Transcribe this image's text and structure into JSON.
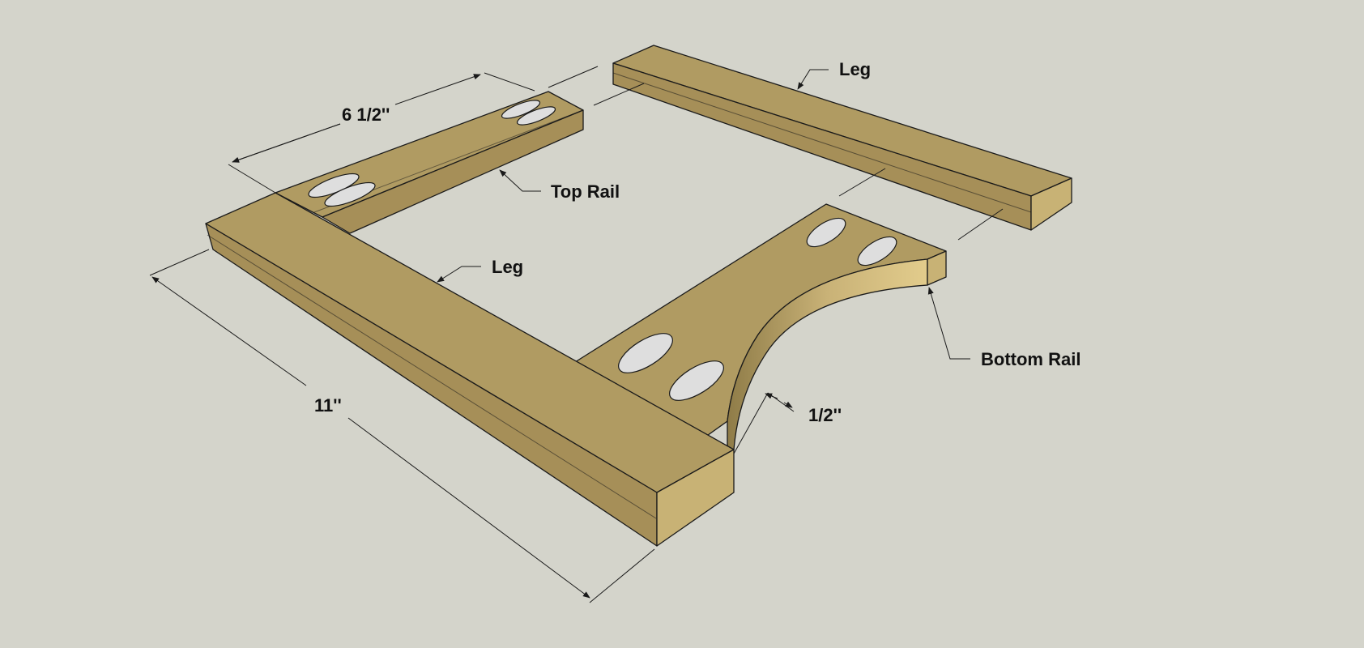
{
  "colors": {
    "background": "#d4d4cb",
    "wood_top": "#b09b62",
    "wood_side": "#c8b275",
    "wood_shadow": "#a68f58",
    "outline": "#1a1a1a"
  },
  "parts": {
    "leg_back": "Leg",
    "leg_front": "Leg",
    "top_rail": "Top Rail",
    "bottom_rail": "Bottom Rail"
  },
  "dimensions": {
    "top_rail_length": "6 1/2''",
    "leg_length": "11''",
    "curve_offset": "1/2''"
  }
}
